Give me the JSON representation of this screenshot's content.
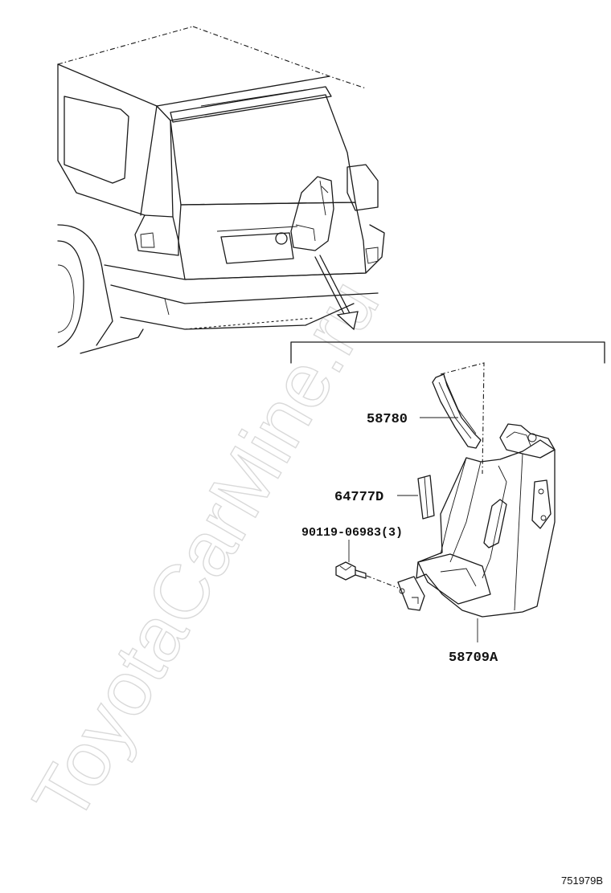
{
  "watermark": "ToyotaCarMine.ru",
  "figure_id": "751979B",
  "parts": {
    "p58780": "58780",
    "p64777D": "64777D",
    "p90119": "90119-06983(3)",
    "p58709A": "58709A"
  }
}
